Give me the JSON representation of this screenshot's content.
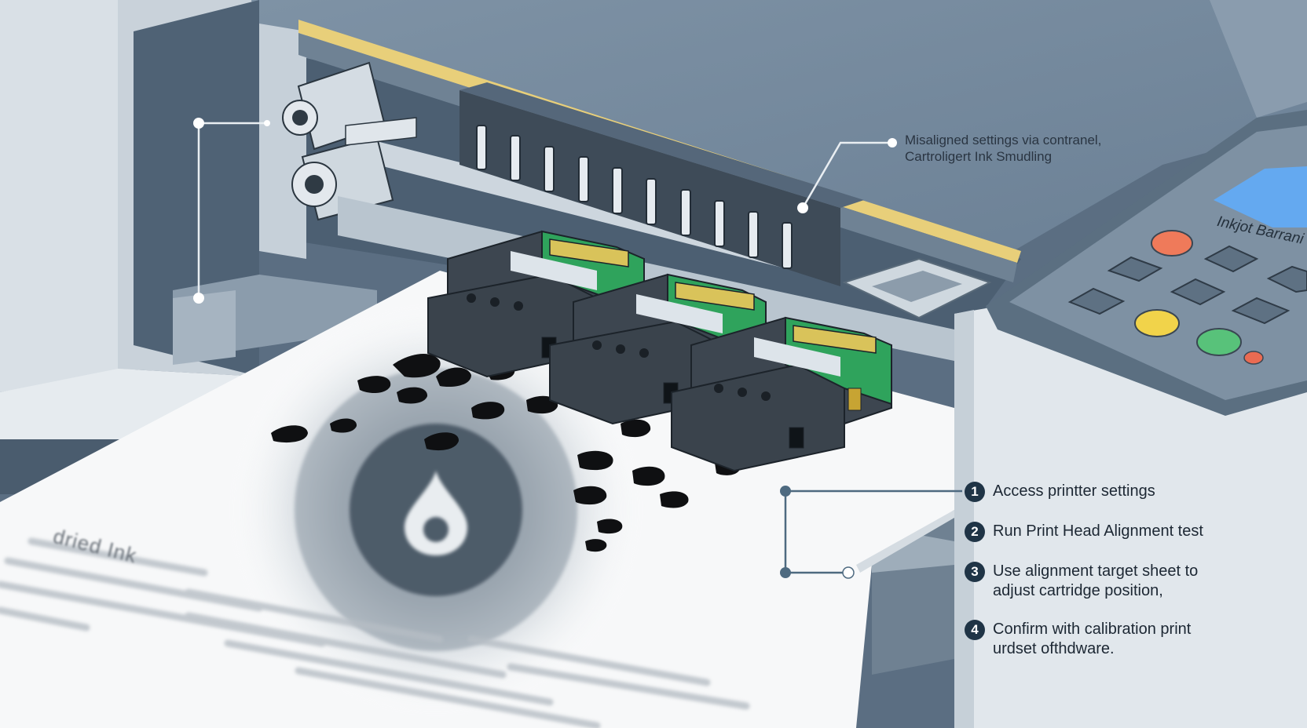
{
  "callouts": {
    "top_right": {
      "line1": "Misaligned settings via contranel,",
      "line2": "Cartroligert Ink Smudling"
    }
  },
  "page": {
    "label": "dried Ink"
  },
  "control_panel": {
    "display_label": "Inkjot Barrani"
  },
  "steps": [
    {
      "number": "1",
      "line1": "Access printter settings",
      "line2": ""
    },
    {
      "number": "2",
      "line1": "Run Print Head Alignment test",
      "line2": ""
    },
    {
      "number": "3",
      "line1": "Use alignment target sheet to",
      "line2": "adjust cartridge position,"
    },
    {
      "number": "4",
      "line1": "Confirm with calibration print",
      "line2": "urdset ofthdware."
    }
  ],
  "colors": {
    "printer_body": "#dde4ea",
    "printer_dark": "#55687a",
    "cartridge": "#3d4650",
    "cartridge_accent": "#2fa35c",
    "cartridge_contacts": "#d9c35a",
    "ink": "#111111",
    "button_orange": "#ef7a5a",
    "button_yellow": "#f1d34a",
    "button_green": "#58c27a",
    "display": "#64a9f0",
    "guide_line": "#4e6a80"
  }
}
